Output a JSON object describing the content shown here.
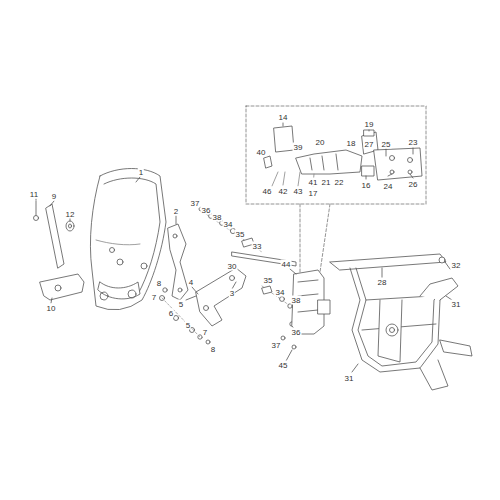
{
  "diagram": {
    "labels": [
      "1",
      "11",
      "9",
      "12",
      "10",
      "2",
      "8",
      "7",
      "5",
      "4",
      "3",
      "6",
      "5",
      "7",
      "8",
      "37",
      "36",
      "38",
      "34",
      "35",
      "33",
      "30",
      "35",
      "34",
      "38",
      "36",
      "37",
      "45",
      "44",
      "14",
      "19",
      "20",
      "18",
      "39",
      "40",
      "27",
      "25",
      "23",
      "41",
      "21",
      "22",
      "24",
      "26",
      "46",
      "42",
      "43",
      "17",
      "16",
      "28",
      "32",
      "31",
      "31"
    ]
  }
}
